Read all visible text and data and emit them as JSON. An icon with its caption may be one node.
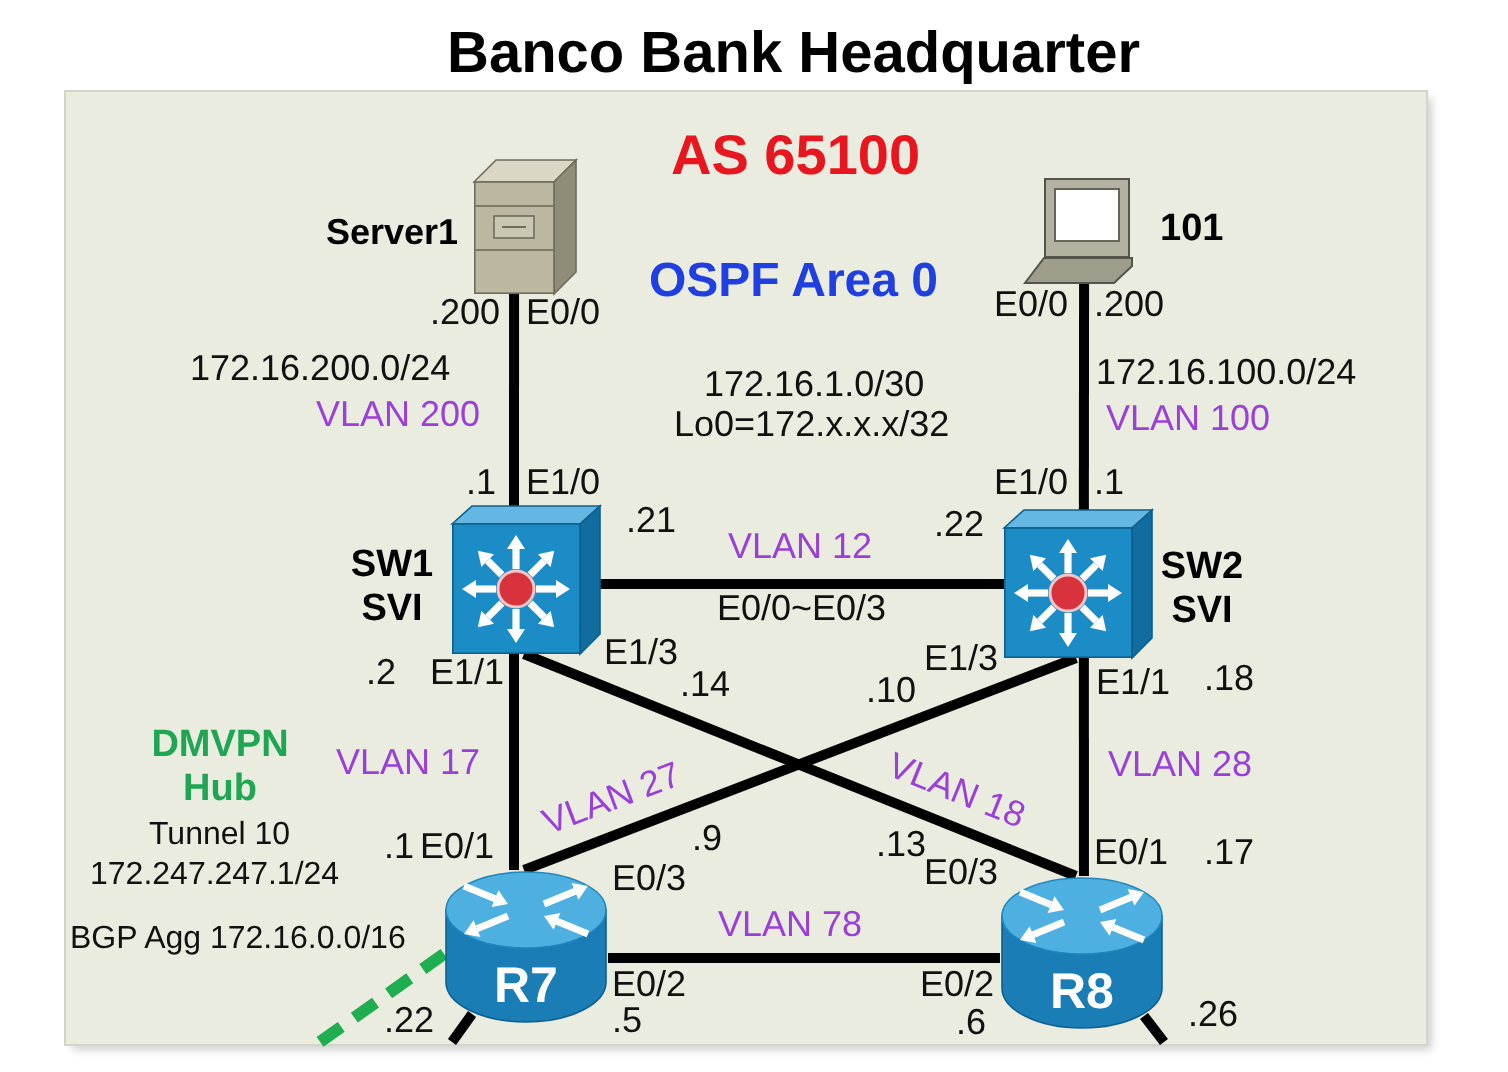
{
  "diagram": {
    "title": "Banco Bank Headquarter",
    "nodes": [
      {
        "text": [
          "AS 65100",
          "OSPF Area 0"
        ]
      },
      {
        "text": [
          "Server1"
        ],
        "in": 0
      },
      {
        "text": [
          "101"
        ],
        "in": 0
      },
      {
        "text": [
          "SW1 SVI"
        ],
        "in": 0
      },
      {
        "text": [
          "SW2 SVI"
        ],
        "in": 0
      },
      {
        "text": [
          "R7"
        ],
        "in": 0
      },
      {
        "text": [
          "R8"
        ],
        "in": 0
      }
    ],
    "edges": [
      {
        "from": 1,
        "to": 3,
        "arrow": "none",
        "label": "VLAN 200"
      },
      {
        "from": 2,
        "to": 4,
        "arrow": "none",
        "label": "VLAN 100"
      },
      {
        "from": 3,
        "to": 4,
        "arrow": "none",
        "label": "VLAN 12"
      },
      {
        "from": 3,
        "to": 5,
        "arrow": "none",
        "label": "VLAN 17"
      },
      {
        "from": 3,
        "to": 6,
        "arrow": "none",
        "label": "VLAN 18"
      },
      {
        "from": 4,
        "to": 5,
        "arrow": "none",
        "label": "VLAN 27"
      },
      {
        "from": 4,
        "to": 6,
        "arrow": "none",
        "label": "VLAN 28"
      },
      {
        "from": 5,
        "to": 6,
        "arrow": "none",
        "label": "VLAN 78"
      },
      {
        "from": 5,
        "to": null,
        "arrow": "none",
        "style": "dashed",
        "color": "#1fae4f"
      },
      {
        "from": 5,
        "to": null,
        "arrow": "none"
      },
      {
        "from": 6,
        "to": null,
        "arrow": "none"
      }
    ],
    "labels": [
      ".200",
      "E0/0",
      "E0/0",
      ".200",
      "172.16.200.0/24",
      "172.16.100.0/24",
      "172.16.1.0/30",
      "Lo0=172.x.x.x/32",
      ".1",
      "E1/0",
      "E1/0",
      ".1",
      ".21",
      ".22",
      "E0/0~E0/3",
      ".2",
      "E1/1",
      "E1/3",
      ".14",
      ".10",
      "E1/3",
      "E1/1",
      ".18",
      "DMVPN Hub",
      "Tunnel 10",
      ".1",
      "E0/1",
      ".9",
      ".13",
      "E0/1",
      ".17",
      "172.247.247.1/24",
      "E0/3",
      "E0/3",
      "BGP Agg 172.16.0.0/16",
      "E0/2",
      "E0/2",
      ".22",
      ".5",
      ".6",
      ".26"
    ]
  }
}
